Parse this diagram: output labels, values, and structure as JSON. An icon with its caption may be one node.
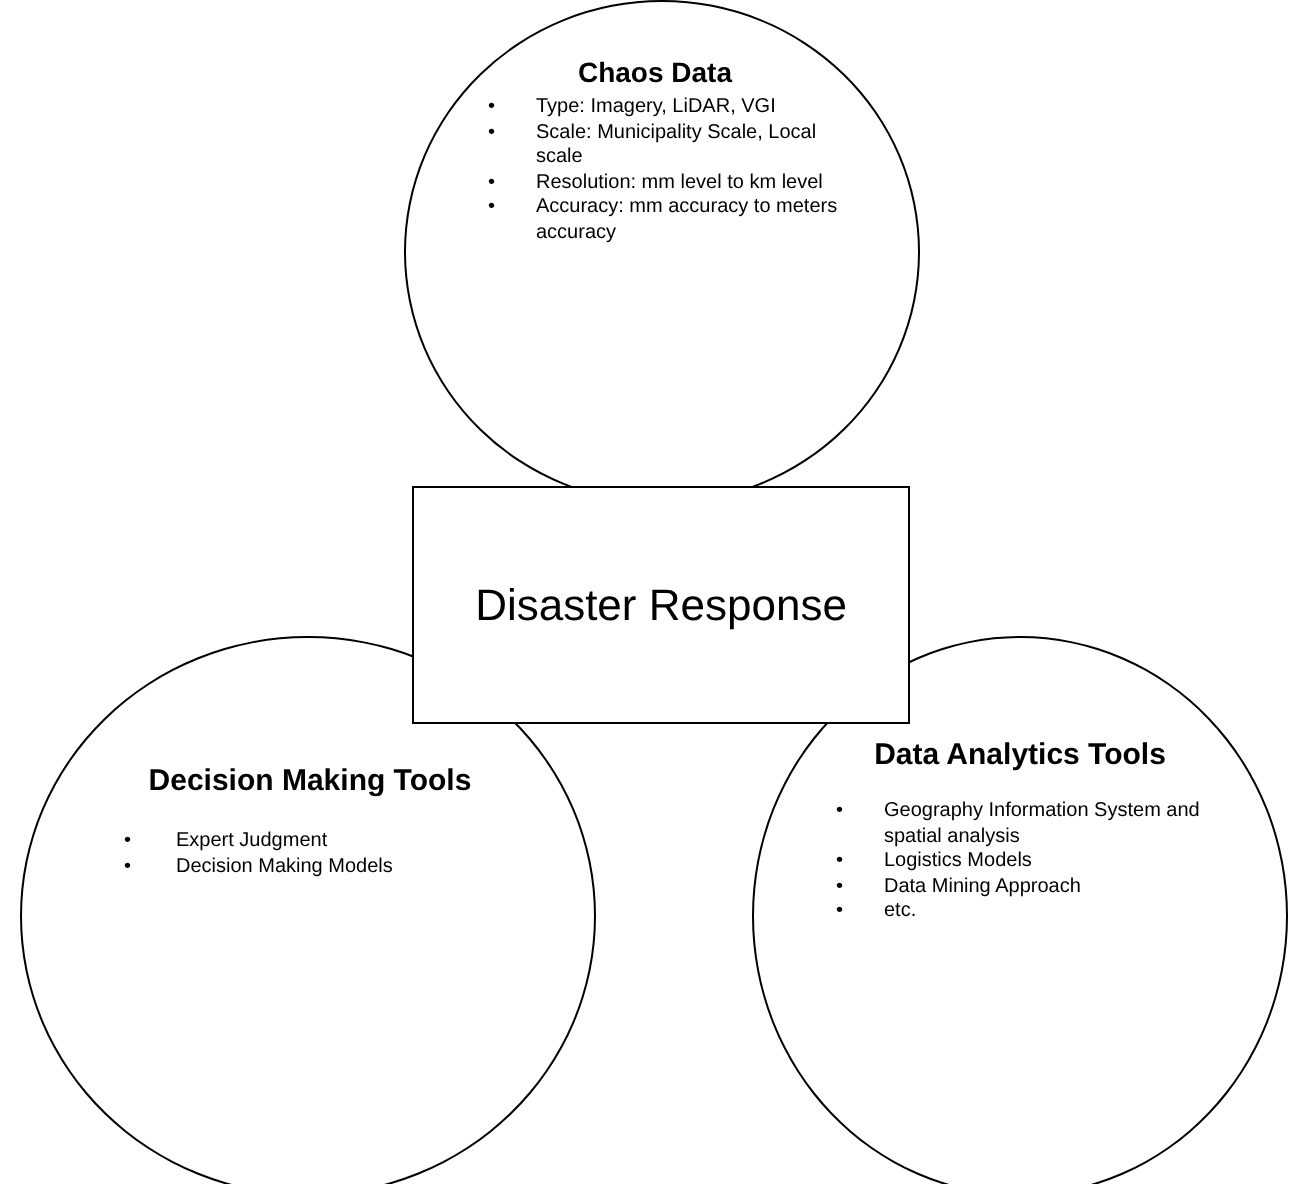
{
  "diagram": {
    "nodes": [
      {
        "text": [
          "Chaos Data",
          "Type: Imagery, LiDAR, VGI",
          "Scale: Municipality Scale, Local scale",
          "Resolution: mm level to km level",
          "Accuracy: mm accuracy  to meters accuracy"
        ]
      },
      {
        "text": [
          "Disaster Response"
        ]
      },
      {
        "text": [
          "Decision Making Tools",
          "Expert Judgment",
          "Decision Making Models"
        ]
      },
      {
        "text": [
          "Data Analytics Tools",
          "Geography Information System and spatial analysis",
          "Logistics Models",
          "Data Mining Approach",
          "etc."
        ]
      }
    ],
    "labels": [
      "•",
      "•",
      "•",
      "•",
      "•",
      "•",
      "•",
      "•",
      "•",
      "•"
    ]
  }
}
